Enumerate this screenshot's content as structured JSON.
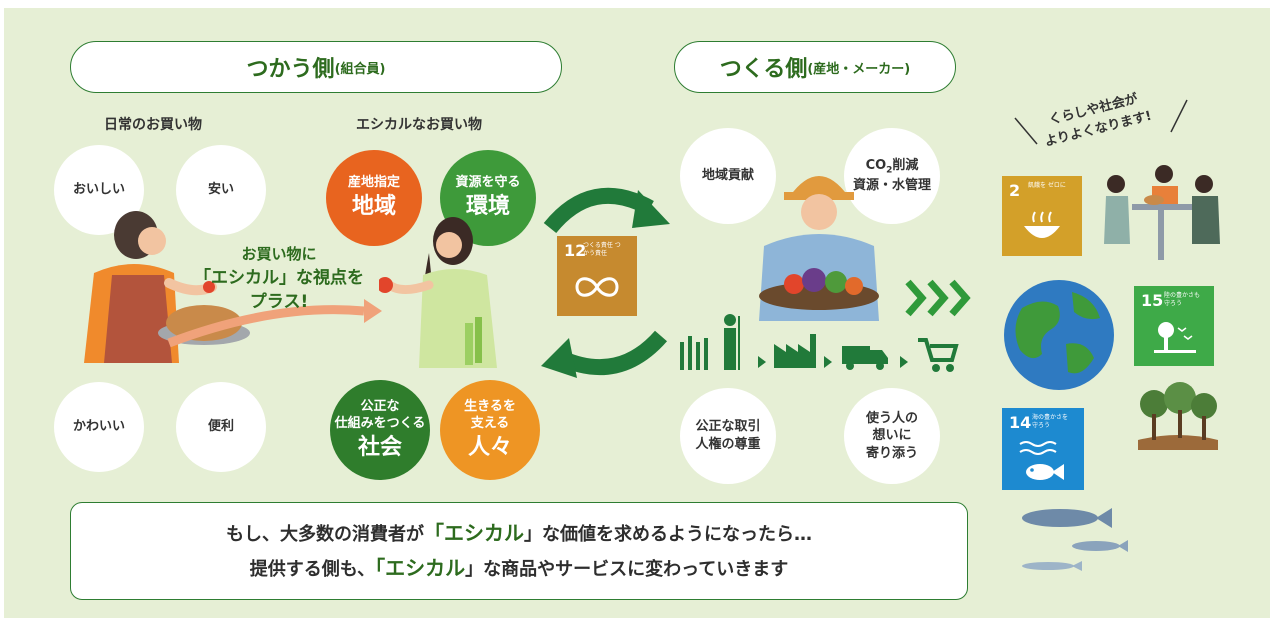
{
  "left_header": {
    "main": "つかう側",
    "sub": "(組合員)"
  },
  "right_header": {
    "main": "つくる側",
    "sub": "(産地・メーカー)"
  },
  "left_sub1": "日常のお買い物",
  "left_sub2": "エシカルなお買い物",
  "daily_circles": [
    "おいしい",
    "安い",
    "かわいい",
    "便利"
  ],
  "ethical": {
    "top_left": {
      "small": "産地指定",
      "big": "地域"
    },
    "top_right": {
      "small": "資源を守る",
      "big": "環境"
    },
    "bottom_left": {
      "small1": "公正な",
      "small2": "仕組みをつくる",
      "big": "社会"
    },
    "bottom_right": {
      "small1": "生きるを",
      "small2": "支える",
      "big": "人々"
    }
  },
  "plus_text": {
    "line1": "お買い物に",
    "line2_open": "「",
    "line2_em": "エシカル",
    "line2_close": "」な視点を",
    "line3": "プラス!"
  },
  "sdg12": {
    "number": "12",
    "label": "つくる責任 つかう責任"
  },
  "producer_circles": {
    "c1": "地域貢献",
    "c2_line1": "CO",
    "c2_sub": "2",
    "c2_tail": "削減",
    "c2_line2": "資源・水管理",
    "c3_line1": "公正な取引",
    "c3_line2": "人権の尊重",
    "c4_line1": "使う人の",
    "c4_line2": "想いに",
    "c4_line3": "寄り添う"
  },
  "tagline": {
    "line1": "くらしや社会が",
    "line2": "よりよくなります!"
  },
  "sdg2": {
    "number": "2",
    "label": "飢餓を ゼロに"
  },
  "sdg15": {
    "number": "15",
    "label": "陸の豊かさも 守ろう"
  },
  "sdg14": {
    "number": "14",
    "label": "海の豊かさを 守ろう"
  },
  "banner": {
    "l1_a": "もし、大多数の消費者が",
    "l1_open": "「",
    "l1_em": "エシカル",
    "l1_b": "」な価値を求めるようになったら…",
    "l2_a": "提供する側も、",
    "l2_open": "「",
    "l2_em": "エシカル",
    "l2_b": "」な商品やサービスに変わっていきます"
  },
  "colors": {
    "green": "#2d6b1e",
    "orange": "#e8641f",
    "amber": "#ee9524",
    "sdg12": "#c68a2f",
    "sdg2": "#d3a029",
    "sdg15": "#3eaa48",
    "sdg14": "#1d8ad0"
  }
}
